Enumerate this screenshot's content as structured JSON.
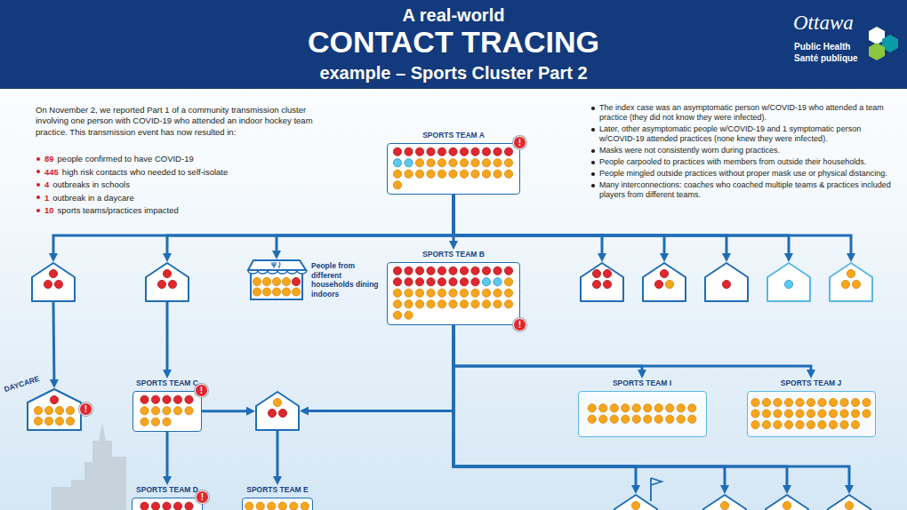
{
  "diagram": {
    "title": "CONTACT TRACING",
    "nodes": [
      {
        "text": [
          "SPORTS TEAM A"
        ]
      },
      {
        "text": []
      },
      {
        "text": []
      },
      {
        "text": [
          "People from different households dining indoors"
        ]
      },
      {
        "text": [
          "SPORTS TEAM B"
        ]
      },
      {
        "text": []
      },
      {
        "text": []
      },
      {
        "text": []
      },
      {
        "text": []
      },
      {
        "text": []
      },
      {
        "text": [
          "SPORTS TEAM I"
        ]
      },
      {
        "text": [
          "SPORTS TEAM J"
        ]
      },
      {
        "text": [
          "DAYCARE"
        ]
      },
      {
        "text": [
          "SPORTS TEAM C"
        ]
      },
      {
        "text": []
      },
      {
        "text": [
          "SPORTS TEAM D"
        ]
      },
      {
        "text": [
          "SPORTS TEAM E"
        ]
      },
      {
        "text": []
      },
      {
        "text": []
      },
      {
        "text": []
      },
      {
        "text": []
      }
    ],
    "edges": [
      {
        "from": 0,
        "to": 1,
        "arrow": "to"
      },
      {
        "from": 0,
        "to": 2,
        "arrow": "to"
      },
      {
        "from": 0,
        "to": 3,
        "arrow": "to"
      },
      {
        "from": 0,
        "to": 4,
        "arrow": "to"
      },
      {
        "from": 0,
        "to": 5,
        "arrow": "to"
      },
      {
        "from": 0,
        "to": 6,
        "arrow": "to"
      },
      {
        "from": 0,
        "to": 7,
        "arrow": "to"
      },
      {
        "from": 0,
        "to": 8,
        "arrow": "to"
      },
      {
        "from": 0,
        "to": 9,
        "arrow": "to"
      },
      {
        "from": 4,
        "to": 10,
        "arrow": "to"
      },
      {
        "from": 4,
        "to": 11,
        "arrow": "to"
      },
      {
        "from": 4,
        "to": 14,
        "arrow": "to"
      },
      {
        "from": 4,
        "to": 17,
        "arrow": "to"
      },
      {
        "from": 4,
        "to": 18,
        "arrow": "to"
      },
      {
        "from": 4,
        "to": 19,
        "arrow": "to"
      },
      {
        "from": 4,
        "to": 20,
        "arrow": "to"
      },
      {
        "from": 1,
        "to": 12,
        "arrow": "to"
      },
      {
        "from": 2,
        "to": 13,
        "arrow": "to"
      },
      {
        "from": 13,
        "to": 14,
        "arrow": "to"
      },
      {
        "from": 13,
        "to": 15,
        "arrow": "to"
      },
      {
        "from": 14,
        "to": 16,
        "arrow": "to"
      }
    ],
    "labels": [
      "A real-world",
      "example – Sports Cluster Part 2",
      "Ottawa",
      "Public Health",
      "Santé publique",
      "On November 2, we reported Part 1 of a community transmission cluster involving one person with COVID-19 who attended an indoor hockey team practice. This transmission event has now resulted in:",
      "89",
      "people confirmed to have COVID-19",
      "445",
      "high risk contacts who needed to self-isolate",
      "4",
      "outbreaks in schools",
      "1",
      "outbreak in a daycare",
      "10",
      "sports teams/practices impacted",
      "The index case was an asymptomatic person w/COVID-19 who attended a team practice (they did not know they were infected).",
      "Later, other asymptomatic people w/COVID-19 and 1 symptomatic person w/COVID-19 attended practices (none knew they were infected).",
      "Masks were not consistently worn during practices.",
      "People carpooled to practices with members from outside their households.",
      "People mingled outside practices without proper mask use or physical distancing.",
      "Many interconnections: coaches who coached multiple teams & practices included players from different teams.",
      "!",
      "!",
      "!",
      "!",
      "!"
    ]
  }
}
